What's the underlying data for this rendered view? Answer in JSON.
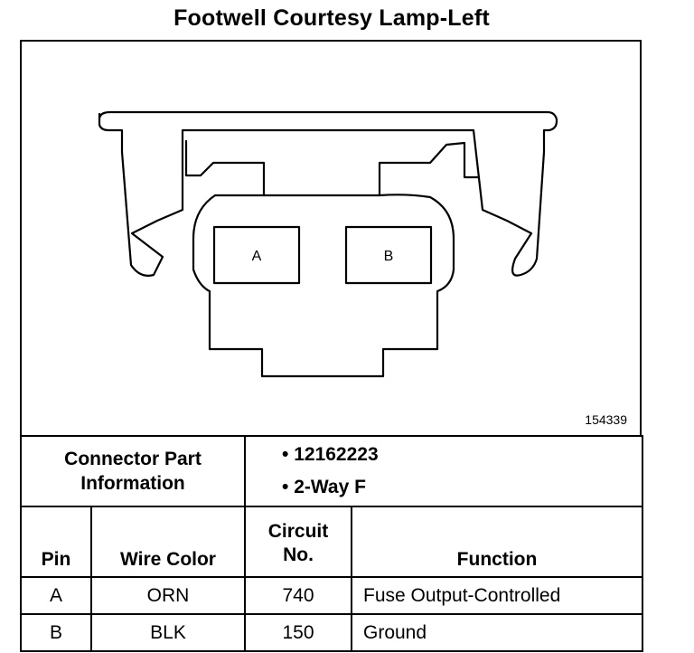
{
  "title": "Footwell Courtesy Lamp-Left",
  "figure_id": "154339",
  "pins_drawn": [
    "A",
    "B"
  ],
  "connector_info": {
    "label_line1": "Connector Part",
    "label_line2": "Information",
    "values": [
      "12162223",
      "2-Way F"
    ]
  },
  "table": {
    "headers": {
      "pin": "Pin",
      "wire_color": "Wire Color",
      "circuit_line1": "Circuit",
      "circuit_line2": "No.",
      "function": "Function"
    },
    "rows": [
      {
        "pin": "A",
        "wire_color": "ORN",
        "circuit": "740",
        "function": "Fuse Output-Controlled"
      },
      {
        "pin": "B",
        "wire_color": "BLK",
        "circuit": "150",
        "function": "Ground"
      }
    ]
  }
}
